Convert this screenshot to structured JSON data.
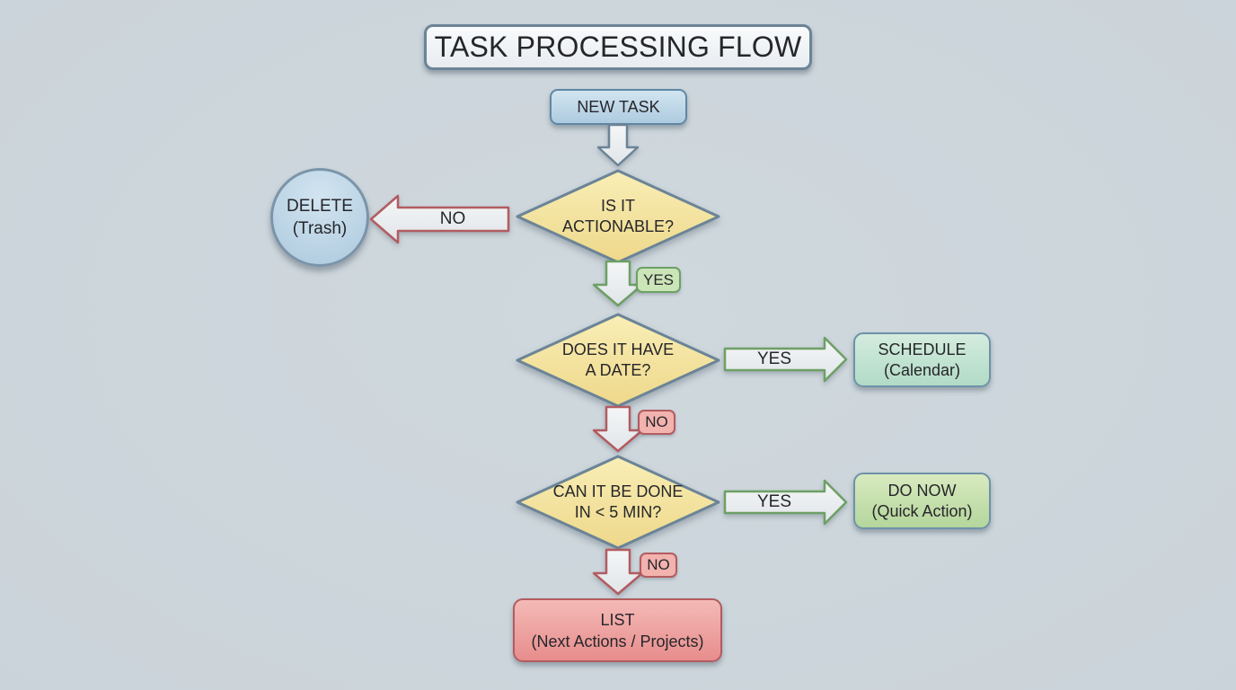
{
  "diagram": {
    "title": "TASK PROCESSING FLOW",
    "nodes": {
      "new_task": {
        "label": "NEW TASK"
      },
      "q_actionable": {
        "line1": "IS IT",
        "line2": "ACTIONABLE?"
      },
      "delete": {
        "line1": "DELETE",
        "line2": "(Trash)"
      },
      "q_has_date": {
        "line1": "DOES IT HAVE",
        "line2": "A DATE?"
      },
      "schedule": {
        "line1": "SCHEDULE",
        "line2": "(Calendar)"
      },
      "q_under_5min": {
        "line1": "CAN IT BE DONE",
        "line2": "IN < 5 MIN?"
      },
      "do_now": {
        "line1": "DO NOW",
        "line2": "(Quick Action)"
      },
      "list": {
        "line1": "LIST",
        "line2": "(Next Actions / Projects)"
      }
    },
    "edge_labels": {
      "actionable_no": "NO",
      "actionable_yes": "YES",
      "date_yes": "YES",
      "date_no": "NO",
      "five_min_yes": "YES",
      "five_min_no": "NO"
    },
    "colors": {
      "background": "#cbd4da",
      "node_border": "#6b8497",
      "decision_fill": "#f4e29f",
      "new_task_fill": "#bcd8ea",
      "delete_fill": "#c2d9e9",
      "schedule_fill": "#c2e2d2",
      "do_now_fill": "#c6deac",
      "list_fill": "#eda4a2",
      "yes_green": "#6da065",
      "no_red": "#b25c61",
      "arrow_fill": "#edeff1",
      "text": "#26262a"
    }
  }
}
